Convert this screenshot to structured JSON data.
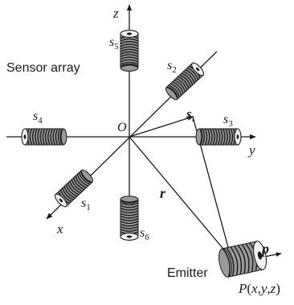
{
  "title": "Sensor array",
  "origin": "O",
  "axes": {
    "x": "x",
    "y": "y",
    "z": "z"
  },
  "sensors": [
    {
      "id": "s1",
      "letter": "s",
      "sub": "1"
    },
    {
      "id": "s2",
      "letter": "s",
      "sub": "2"
    },
    {
      "id": "s3",
      "letter": "s",
      "sub": "3"
    },
    {
      "id": "s4",
      "letter": "s",
      "sub": "4"
    },
    {
      "id": "s5",
      "letter": "s",
      "sub": "5"
    },
    {
      "id": "s6",
      "letter": "s",
      "sub": "6"
    }
  ],
  "vectors": {
    "si": {
      "letter": "s",
      "sub": "i"
    },
    "r": "r",
    "p": "p"
  },
  "emitter": {
    "label": "Emitter",
    "point": "P",
    "coords": [
      "x",
      "y",
      "z"
    ]
  }
}
